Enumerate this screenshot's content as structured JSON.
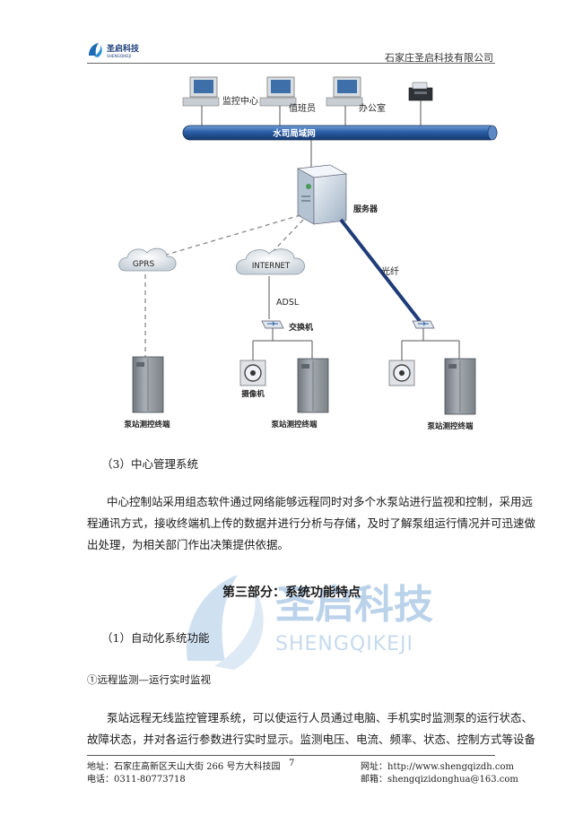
{
  "header": {
    "logo_text": "圣启科技",
    "logo_sub": "SHENGQIKEJI",
    "company_name": "石家庄圣启科技有限公司"
  },
  "diagram": {
    "terminals_top": [
      "监控中心",
      "值班员",
      "办公室"
    ],
    "network_bar": "水司局域网",
    "server_label": "服务器",
    "cloud_gprs": "GPRS",
    "cloud_internet": "INTERNET",
    "adsl_label": "ADSL",
    "fiber_label": "光纤",
    "switch_label": "交换机",
    "camera_label": "摄像机",
    "pump_terminal_label": "泵站测控终端"
  },
  "content": {
    "sec3_title": "（3）中心管理系统",
    "para1_l1": "中心控制站采用组态软件通过网络能够远程同时对多个水泵站进行监视和控制，采用远",
    "para1_l2": "程通讯方式，接收终端机上传的数据并进行分析与存储，及时了解泵组运行情况并可迅速做",
    "para1_l3": "出处理，为相关部门作出决策提供依据。",
    "part3_title": "第三部分：系统功能特点",
    "sec1_title": "（1）自动化系统功能",
    "sub1": "①远程监测—运行实时监视",
    "para2_l1": "泵站远程无线监控管理系统，可以使运行人员通过电脑、手机实时监测泵的运行状态、",
    "para2_l2": "故障状态，并对各运行参数进行实时显示。监测电压、电流、频率、状态、控制方式等设备"
  },
  "watermark": {
    "cn": "圣启科技",
    "en": "SHENGQIKEJI"
  },
  "footer": {
    "address": "地址：石家庄高新区天山大街 266 号方大科技园",
    "page": "7",
    "website": "网址：http://www.shengqizdh.com",
    "phone": "电话：0311-80773718",
    "email": "邮箱：shengqizidonghua@163.com"
  },
  "colors": {
    "bar_blue": "#1f4f8f",
    "fiber_blue": "#1e3c78",
    "cabinet_gray": "#8e949a",
    "watermark_blue": "#a9c8e6"
  }
}
